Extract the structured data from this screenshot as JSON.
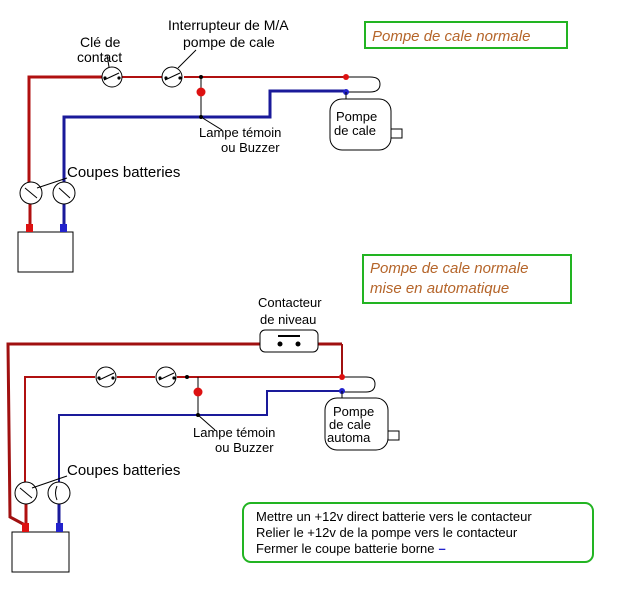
{
  "diagram1": {
    "title": "Pompe de cale normale",
    "cle_contact": [
      "Clé de",
      "contact"
    ],
    "interrupteur": [
      "Interrupteur de M/A",
      "pompe de cale"
    ],
    "lampe": [
      "Lampe  témoin",
      "ou Buzzer"
    ],
    "pompe": [
      "Pompe",
      "de cale"
    ],
    "coupes": "Coupes batteries"
  },
  "diagram2": {
    "title": [
      "Pompe de cale normale",
      "mise en automatique"
    ],
    "contacteur": [
      "Contacteur",
      "de niveau"
    ],
    "lampe": [
      "Lampe  témoin",
      "ou Buzzer"
    ],
    "pompe": [
      "Pompe",
      "de cale",
      "automa"
    ],
    "coupes": "Coupes batteries"
  },
  "note": {
    "lines": [
      "Mettre un +12v direct batterie vers le contacteur",
      "Relier le  +12v de  la  pompe  vers le contacteur",
      "Fermer le coupe batterie borne"
    ],
    "minus": "–"
  },
  "colors": {
    "positive_wire": "#b01010",
    "negative_wire": "#1a1a9a",
    "box_border": "#22b422",
    "title_text": "#b5652a"
  }
}
